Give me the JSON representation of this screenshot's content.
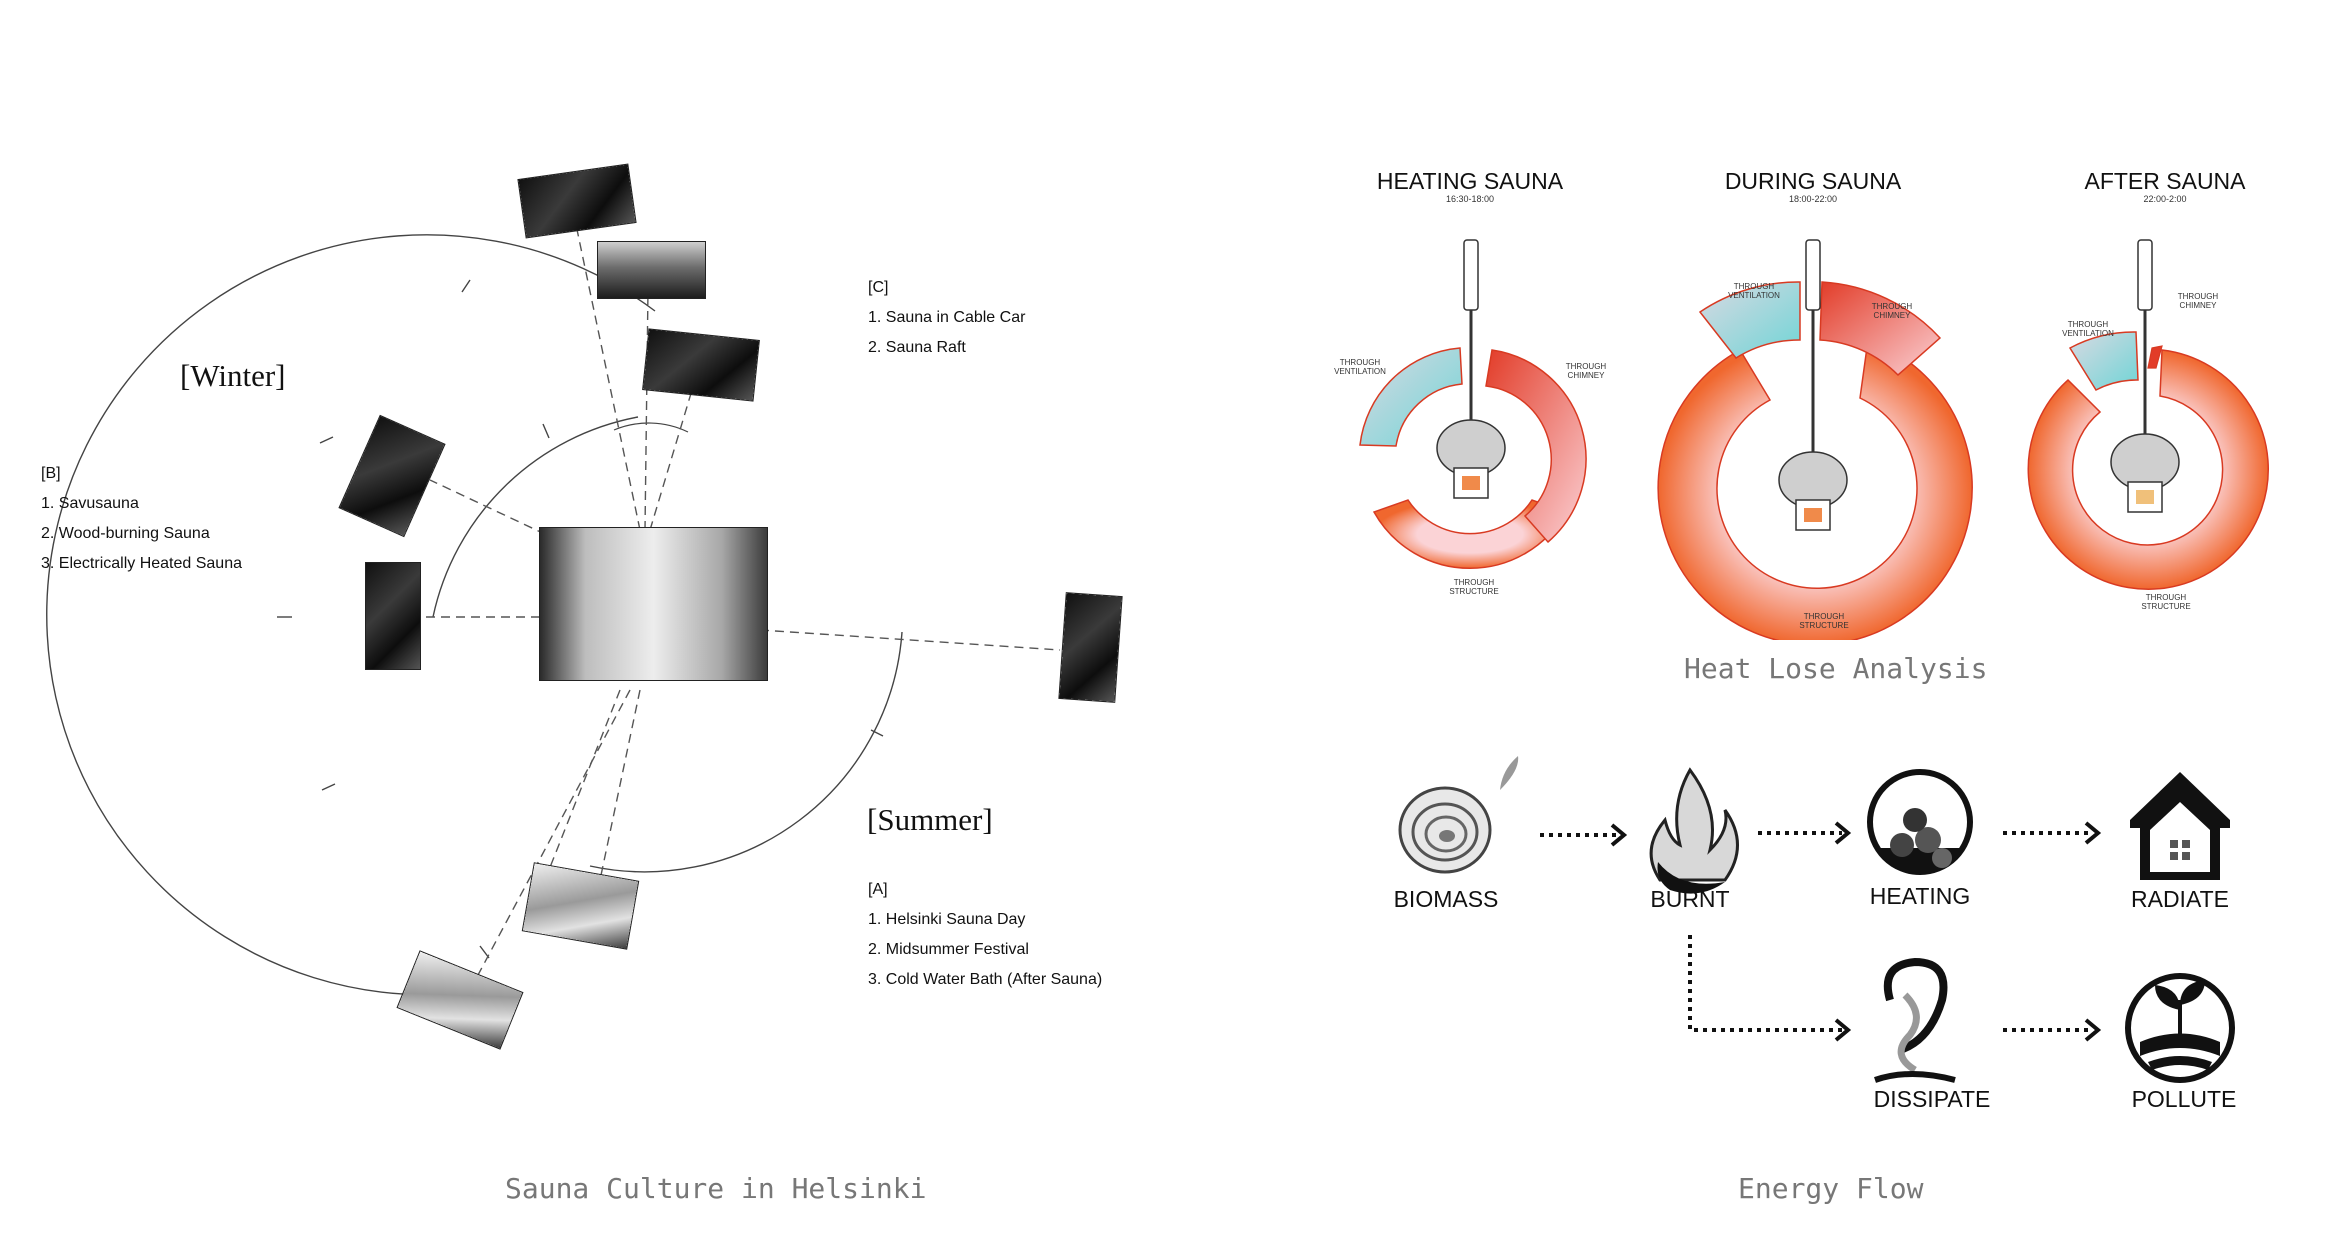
{
  "left": {
    "winter_heading": "[Winter]",
    "summer_heading": "[Summer]",
    "list_b": {
      "tag": "[B]",
      "items": [
        "1.  Savusauna",
        "2.  Wood-burning Sauna",
        "3.  Electrically Heated Sauna"
      ]
    },
    "list_c": {
      "tag": "[C]",
      "items": [
        "1.  Sauna in Cable Car",
        "2.  Sauna Raft"
      ]
    },
    "list_a": {
      "tag": "[A]",
      "items": [
        "1.  Helsinki Sauna Day",
        "2.  Midsummer Festival",
        "3.  Cold Water Bath (After Sauna)"
      ]
    },
    "caption": "Sauna Culture in Helsinki"
  },
  "heat": {
    "charts": [
      {
        "title": "HEATING SAUNA",
        "time": "16:30-18:00",
        "labels": {
          "ventilation": "THROUGH\nVENTILATION",
          "chimney": "THROUGH\nCHIMNEY",
          "structure": "THROUGH\nSTRUCTURE"
        }
      },
      {
        "title": "DURING SAUNA",
        "time": "18:00-22:00",
        "labels": {
          "ventilation": "THROUGH\nVENTILATION",
          "chimney": "THROUGH\nCHIMNEY",
          "structure": "THROUGH\nSTRUCTURE"
        }
      },
      {
        "title": "AFTER SAUNA",
        "time": "22:00-2:00",
        "labels": {
          "ventilation": "THROUGH\nVENTILATION",
          "chimney": "THROUGH\nCHIMNEY",
          "structure": "THROUGH\nSTRUCTURE"
        }
      }
    ],
    "caption": "Heat Lose Analysis"
  },
  "flow": {
    "nodes": {
      "biomass": "BIOMASS",
      "burnt": "BURNT",
      "heating": "HEATING",
      "radiate": "RADIATE",
      "dissipate": "DISSIPATE",
      "pollute": "POLLUTE"
    },
    "icons": {
      "biomass": "wood-log-icon",
      "burnt": "flame-icon",
      "heating": "stones-icon",
      "radiate": "house-icon",
      "dissipate": "smoke-icon",
      "pollute": "plant-pollution-icon"
    },
    "caption": "Energy Flow"
  },
  "colors": {
    "ventilation": "#7fd6d8",
    "chimney": "#e8503a",
    "structure": "#f07040",
    "ring_outline": "#d83a22",
    "line": "#444444"
  }
}
